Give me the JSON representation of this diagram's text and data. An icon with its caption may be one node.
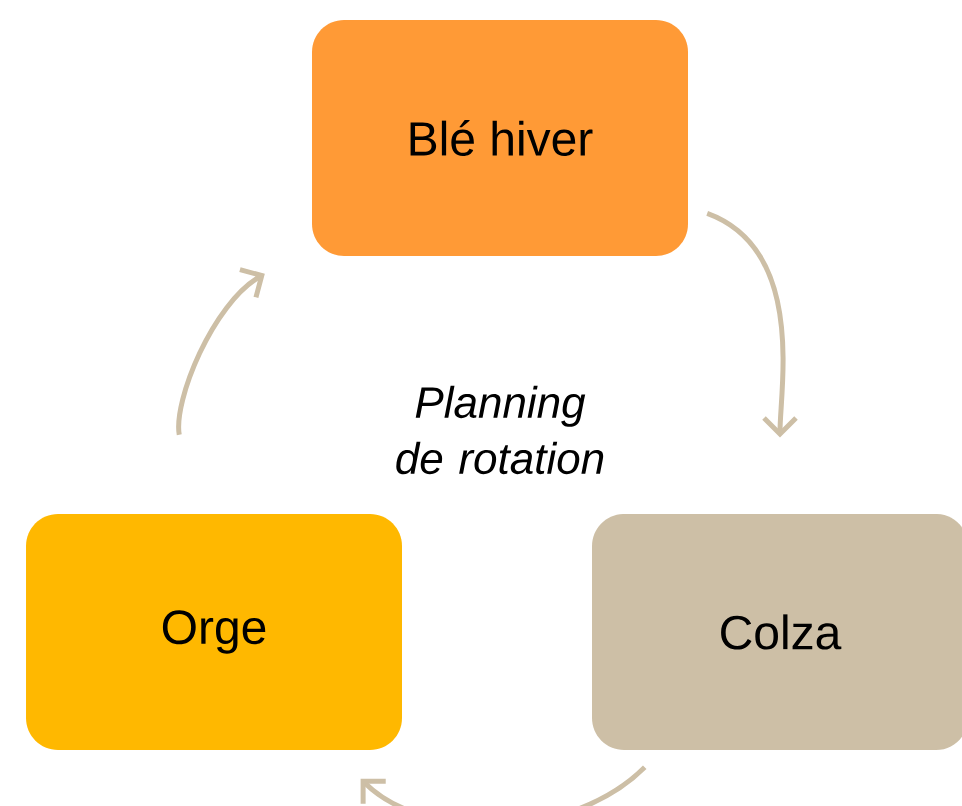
{
  "diagram": {
    "nodes": [
      {
        "text": [
          "Blé hiver"
        ]
      },
      {
        "text": [
          "Colza"
        ]
      },
      {
        "text": [
          "Orge"
        ]
      }
    ],
    "edges": [
      {
        "from": 0,
        "to": 1,
        "arrow": "to"
      },
      {
        "from": 1,
        "to": 2,
        "arrow": "to"
      },
      {
        "from": 2,
        "to": 0,
        "arrow": "to"
      }
    ],
    "labels": [
      "Planning de rotation"
    ]
  }
}
